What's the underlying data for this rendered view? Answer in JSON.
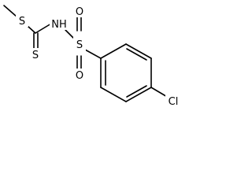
{
  "molecule": {
    "atoms": {
      "s_thioether": "S",
      "s_thione": "S",
      "nh": "NH",
      "s_sulfonyl": "S",
      "o_top": "O",
      "o_bottom": "O",
      "cl": "Cl"
    }
  },
  "colors": {
    "bond": "#000000",
    "label": "#000000",
    "background": "#ffffff"
  }
}
